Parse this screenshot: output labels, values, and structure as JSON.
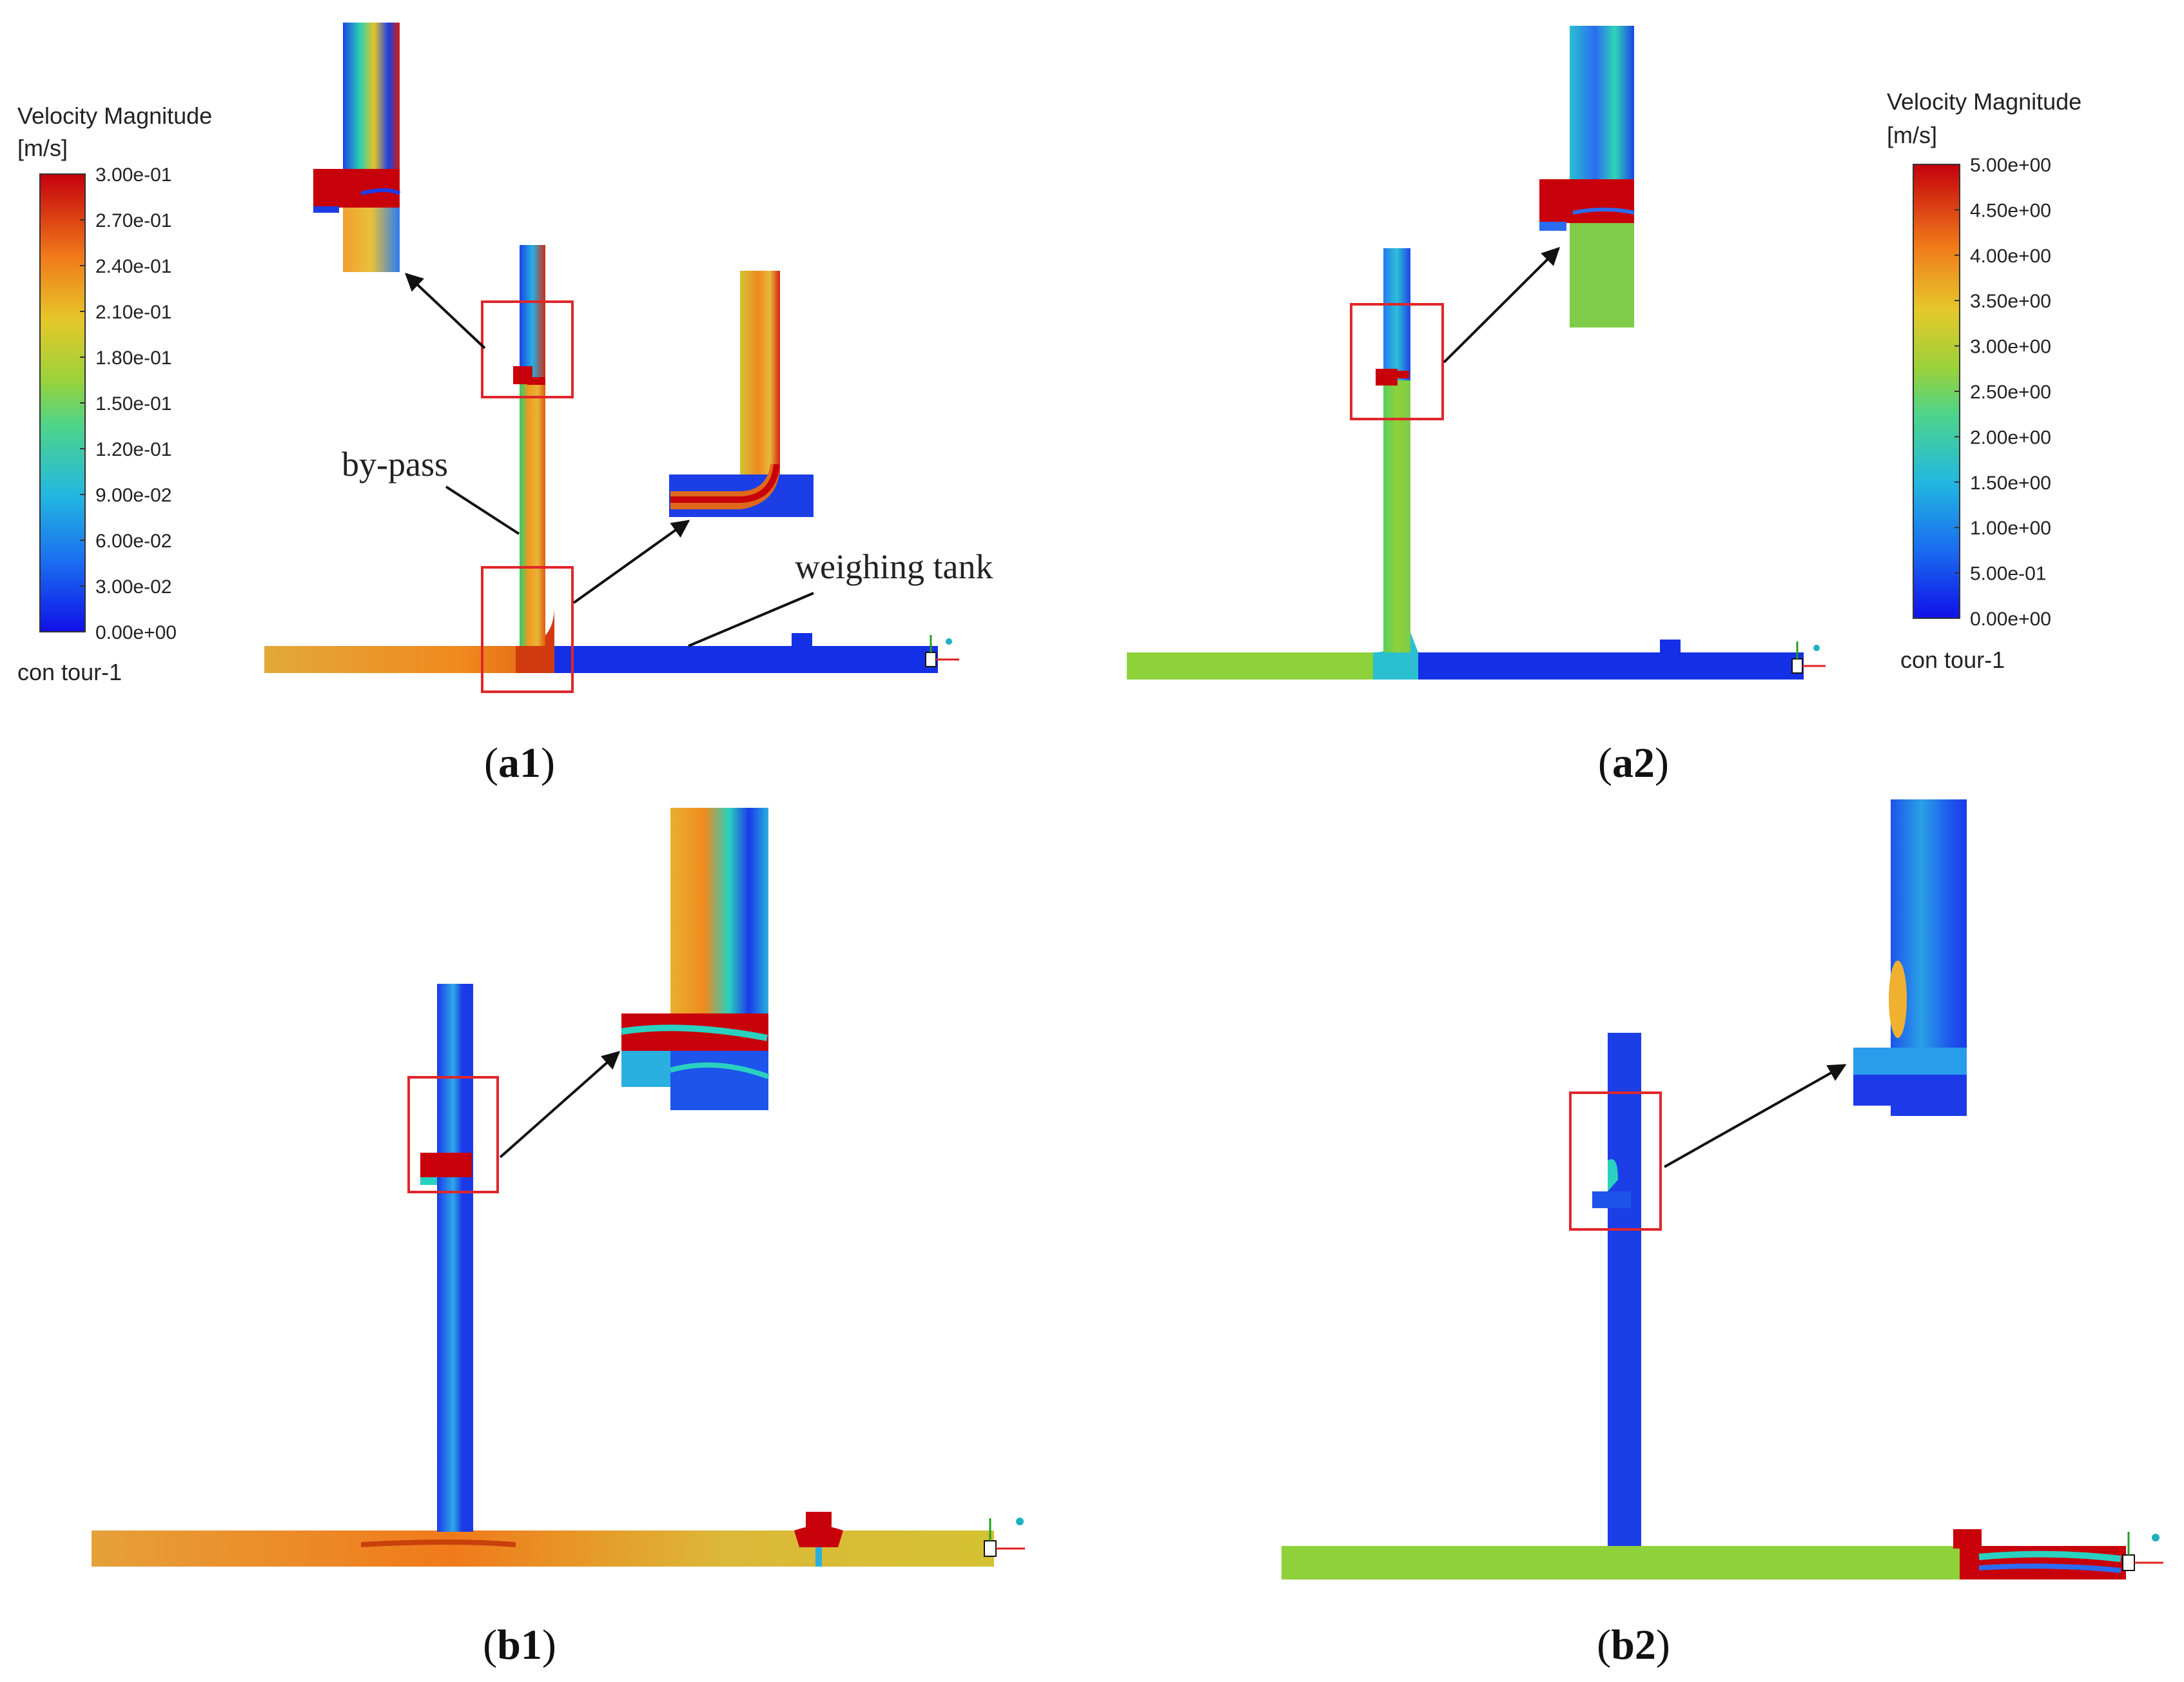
{
  "colors": {
    "red": "#c8000a",
    "orange": "#f08a1e",
    "yellow": "#c9cc2a",
    "green": "#8fd13a",
    "cyan": "#25c4d8",
    "blue": "#1430e6",
    "box": "#e0262b",
    "arrow": "#111111"
  },
  "legend_a1": {
    "title_line1": "Velocity Magnitude",
    "title_line2": "[m/s]",
    "ticks": [
      "3.00e-01",
      "2.70e-01",
      "2.40e-01",
      "2.10e-01",
      "1.80e-01",
      "1.50e-01",
      "1.20e-01",
      "9.00e-02",
      "6.00e-02",
      "3.00e-02",
      "0.00e+00"
    ],
    "footer": "con tour-1"
  },
  "legend_a2": {
    "title_line1": "Velocity Magnitude",
    "title_line2": "[m/s]",
    "ticks": [
      "5.00e+00",
      "4.50e+00",
      "4.00e+00",
      "3.50e+00",
      "3.00e+00",
      "2.50e+00",
      "2.00e+00",
      "1.50e+00",
      "1.00e+00",
      "5.00e-01",
      "0.00e+00"
    ],
    "footer": "con tour-1"
  },
  "annotations": {
    "bypass": "by-pass",
    "weighing_tank": "weighing tank"
  },
  "panels": {
    "a1": {
      "open": "(",
      "bold": "a1",
      "close": ")"
    },
    "a2": {
      "open": "(",
      "bold": "a2",
      "close": ")"
    },
    "b1": {
      "open": "(",
      "bold": "b1",
      "close": ")"
    },
    "b2": {
      "open": "(",
      "bold": "b2",
      "close": ")"
    }
  }
}
